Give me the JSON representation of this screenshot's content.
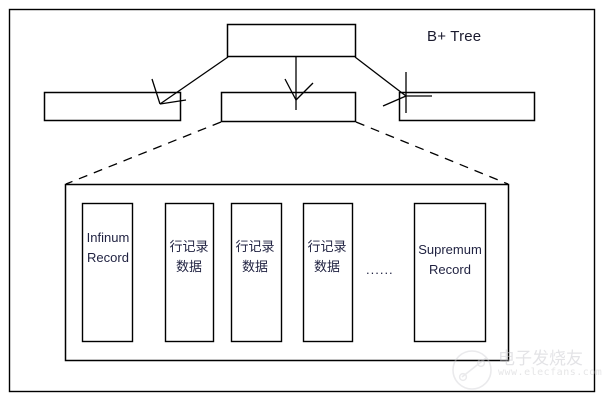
{
  "diagram": {
    "title": "B+ Tree",
    "tree": {
      "root_node": "",
      "leaf_nodes": [
        "",
        "",
        ""
      ]
    },
    "page": {
      "cells": [
        {
          "id": "infimum",
          "text": "Infinum\nRecord"
        },
        {
          "id": "row-1",
          "text": "行记录\n数据"
        },
        {
          "id": "row-2",
          "text": "行记录\n数据"
        },
        {
          "id": "row-3",
          "text": "行记录\n数据"
        },
        {
          "id": "supremum",
          "text": "Supremum\nRecord"
        }
      ],
      "ellipsis": "......"
    },
    "watermark": {
      "text": "电子发烧友",
      "url": "www.elecfans.com"
    },
    "colors": {
      "stroke": "#000000",
      "text": "#1f2140",
      "background": "#ffffff",
      "watermark": "#cbcbd0"
    }
  }
}
